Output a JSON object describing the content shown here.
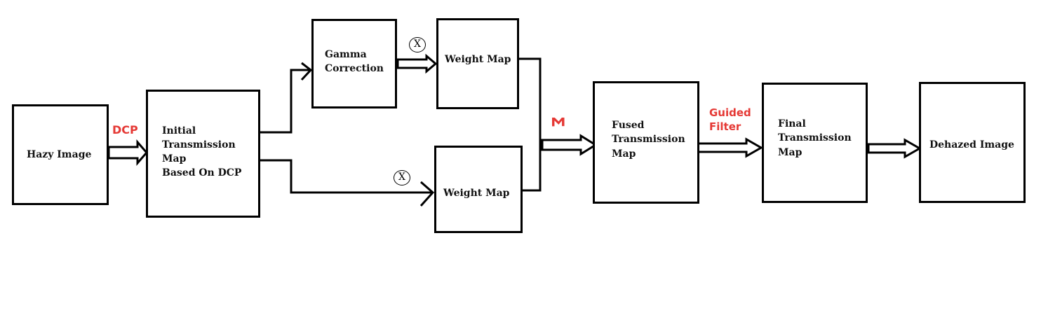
{
  "nodes": {
    "hazy": "Hazy Image",
    "initial": [
      "Initial",
      "Transmission",
      "Map",
      "Based On DCP"
    ],
    "gamma": [
      "Gamma",
      "Correction"
    ],
    "weight_top": "Weight Map",
    "weight_bottom": "Weight Map",
    "fused": [
      "Fused",
      "Transmission",
      "Map"
    ],
    "final": [
      "Final",
      "Transmission",
      "Map"
    ],
    "dehazed": "Dehazed Image"
  },
  "edge_labels": {
    "dcp": "DCP",
    "guided": [
      "Guided",
      "Filter"
    ],
    "sum": "Σ",
    "multiply_top": "X",
    "multiply_bottom": "X"
  },
  "colors": {
    "label_accent": "#e53935",
    "stroke": "#000000"
  }
}
